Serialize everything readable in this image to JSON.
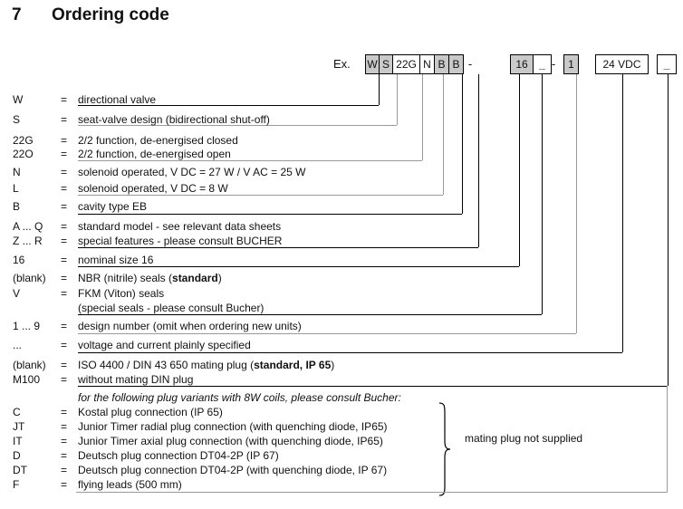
{
  "title": {
    "number": "7",
    "text": "Ordering code"
  },
  "equals_sign": "=",
  "colors": {
    "background": "#ffffff",
    "box_fill_shaded": "#c9c9c9",
    "box_fill_plain": "#ffffff",
    "box_border": "#000000",
    "line_black": "#000000",
    "line_gray": "#9a9a9a",
    "text": "#111111"
  },
  "example": {
    "label": "Ex.",
    "separator": "-",
    "groups": [
      {
        "cells": [
          {
            "text": "W",
            "shaded": true
          },
          {
            "text": "S",
            "shaded": true
          },
          {
            "text": "22G",
            "shaded": false
          },
          {
            "text": "N",
            "shaded": false
          },
          {
            "text": "B",
            "shaded": true
          },
          {
            "text": "B",
            "shaded": true
          }
        ]
      },
      {
        "cells": [
          {
            "text": "16",
            "shaded": true
          },
          {
            "text": "_",
            "shaded": false,
            "blank": true
          }
        ]
      },
      {
        "cells": [
          {
            "text": "1",
            "shaded": true
          }
        ]
      },
      {
        "cells": [
          {
            "text": "24 VDC",
            "shaded": false
          }
        ]
      },
      {
        "cells": [
          {
            "text": "_",
            "shaded": false,
            "blank": true
          }
        ]
      }
    ]
  },
  "rows": [
    {
      "code": "W",
      "parts": [
        {
          "text": "directional valve"
        }
      ]
    },
    {
      "code": "S",
      "parts": [
        {
          "text": "seat-valve design (bidirectional shut-off)"
        }
      ]
    },
    {
      "code": "22G",
      "parts": [
        {
          "text": "2/2 function, de-energised closed"
        }
      ]
    },
    {
      "code": "22O",
      "parts": [
        {
          "text": "2/2 function, de-energised open"
        }
      ]
    },
    {
      "code": "N",
      "parts": [
        {
          "text": "solenoid operated, V DC = 27 W  /  V AC = 25 W"
        }
      ]
    },
    {
      "code": "L",
      "parts": [
        {
          "text": "solenoid operated, V DC = 8 W"
        }
      ]
    },
    {
      "code": "B",
      "parts": [
        {
          "text": "cavity type EB"
        }
      ]
    },
    {
      "code": "A ... Q",
      "parts": [
        {
          "text": "standard model - see relevant data sheets"
        }
      ]
    },
    {
      "code": "Z ... R",
      "parts": [
        {
          "text": "special features - please consult BUCHER"
        }
      ]
    },
    {
      "code": "16",
      "parts": [
        {
          "text": "nominal size 16"
        }
      ]
    },
    {
      "code": "(blank)",
      "parts": [
        {
          "text": "NBR (nitrile) seals  ("
        },
        {
          "text": "standard",
          "bold": true
        },
        {
          "text": ")"
        }
      ]
    },
    {
      "code": "V",
      "parts": [
        {
          "text": "FKM (Viton) seals"
        }
      ]
    },
    {
      "code": "",
      "no_eq": true,
      "parts": [
        {
          "text": "(special seals - please consult Bucher)"
        }
      ]
    },
    {
      "code": "1 ... 9",
      "parts": [
        {
          "text": "design number (omit when ordering new units)"
        }
      ]
    },
    {
      "code": "...",
      "parts": [
        {
          "text": "voltage and current plainly specified"
        }
      ]
    },
    {
      "code": "(blank)",
      "parts": [
        {
          "text": "ISO 4400 / DIN 43 650 mating plug ("
        },
        {
          "text": "standard, IP 65",
          "bold": true
        },
        {
          "text": ")"
        }
      ]
    },
    {
      "code": "M100",
      "parts": [
        {
          "text": "without mating DIN plug"
        }
      ]
    },
    {
      "code": "",
      "no_eq": true,
      "italic": true,
      "parts": [
        {
          "text": "for the following plug variants with 8W coils, please consult Bucher:"
        }
      ]
    },
    {
      "code": "C",
      "parts": [
        {
          "text": "Kostal plug connection (IP 65)"
        }
      ]
    },
    {
      "code": "JT",
      "parts": [
        {
          "text": "Junior Timer radial plug connection (with quenching diode, IP65)"
        }
      ]
    },
    {
      "code": "IT",
      "parts": [
        {
          "text": "Junior Timer axial plug connection (with quenching diode, IP65)"
        }
      ]
    },
    {
      "code": "D",
      "parts": [
        {
          "text": "Deutsch plug connection DT04-2P (IP 67)"
        }
      ]
    },
    {
      "code": "DT",
      "parts": [
        {
          "text": "Deutsch plug connection DT04-2P (with quenching diode, IP 67)"
        }
      ]
    },
    {
      "code": "F",
      "parts": [
        {
          "text": "flying leads (500 mm)"
        }
      ]
    }
  ],
  "brace_label": "mating plug not supplied"
}
